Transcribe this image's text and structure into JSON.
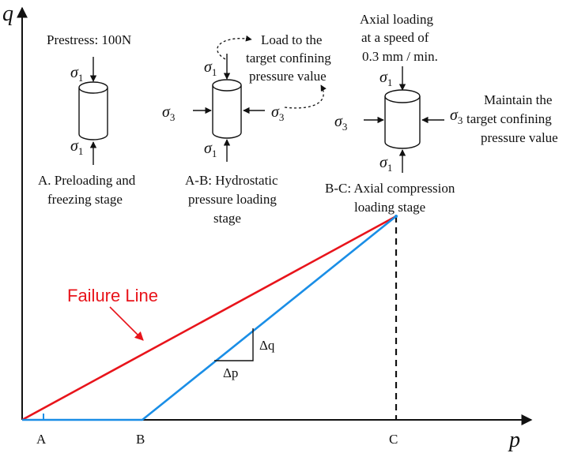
{
  "colors": {
    "failure_line": "#e8141b",
    "path_line": "#1a8ee6",
    "ink": "#111111"
  },
  "axes": {
    "y_label": "q",
    "x_label": "p"
  },
  "points": {
    "a": "A",
    "b": "B",
    "c": "C"
  },
  "failure_line_label": "Failure Line",
  "slope": {
    "dq": "Δq",
    "dp": "Δp"
  },
  "sigma": {
    "sym": "σ",
    "sub1": "1",
    "sub3": "3"
  },
  "stage_a": {
    "prestress": "Prestress: 100N",
    "caption_line1": "A. Preloading and",
    "caption_line2": "freezing stage"
  },
  "stage_ab": {
    "note_line1": "Load to the",
    "note_line2": "target confining",
    "note_line3": "pressure value",
    "caption_line1": "A-B: Hydrostatic",
    "caption_line2": "pressure loading",
    "caption_line3": "stage"
  },
  "stage_bc": {
    "note_line1": "Axial loading",
    "note_line2": "at a speed of",
    "note_line3": "0.3 mm / min.",
    "side_line1": "Maintain the",
    "side_line2": "target confining",
    "side_line3": "pressure value",
    "caption_line1": "B-C: Axial compression",
    "caption_line2": "loading stage"
  }
}
